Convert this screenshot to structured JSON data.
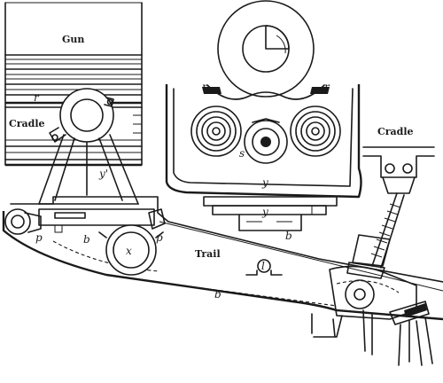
{
  "labels": {
    "gun": "Gun",
    "cradle_left": "Cradle",
    "cradle_right": "Cradle",
    "trail": "Trail",
    "r_left": "r",
    "r_mid_left": "r",
    "r_mid_right": "r",
    "y_prime": "y'",
    "y_upper": "y",
    "y_lower": "y",
    "s": "s",
    "x": "x",
    "p_left": "p",
    "p_right": "p",
    "b_left": "b",
    "b_trail": "b",
    "b_section": "b",
    "l": "l"
  }
}
